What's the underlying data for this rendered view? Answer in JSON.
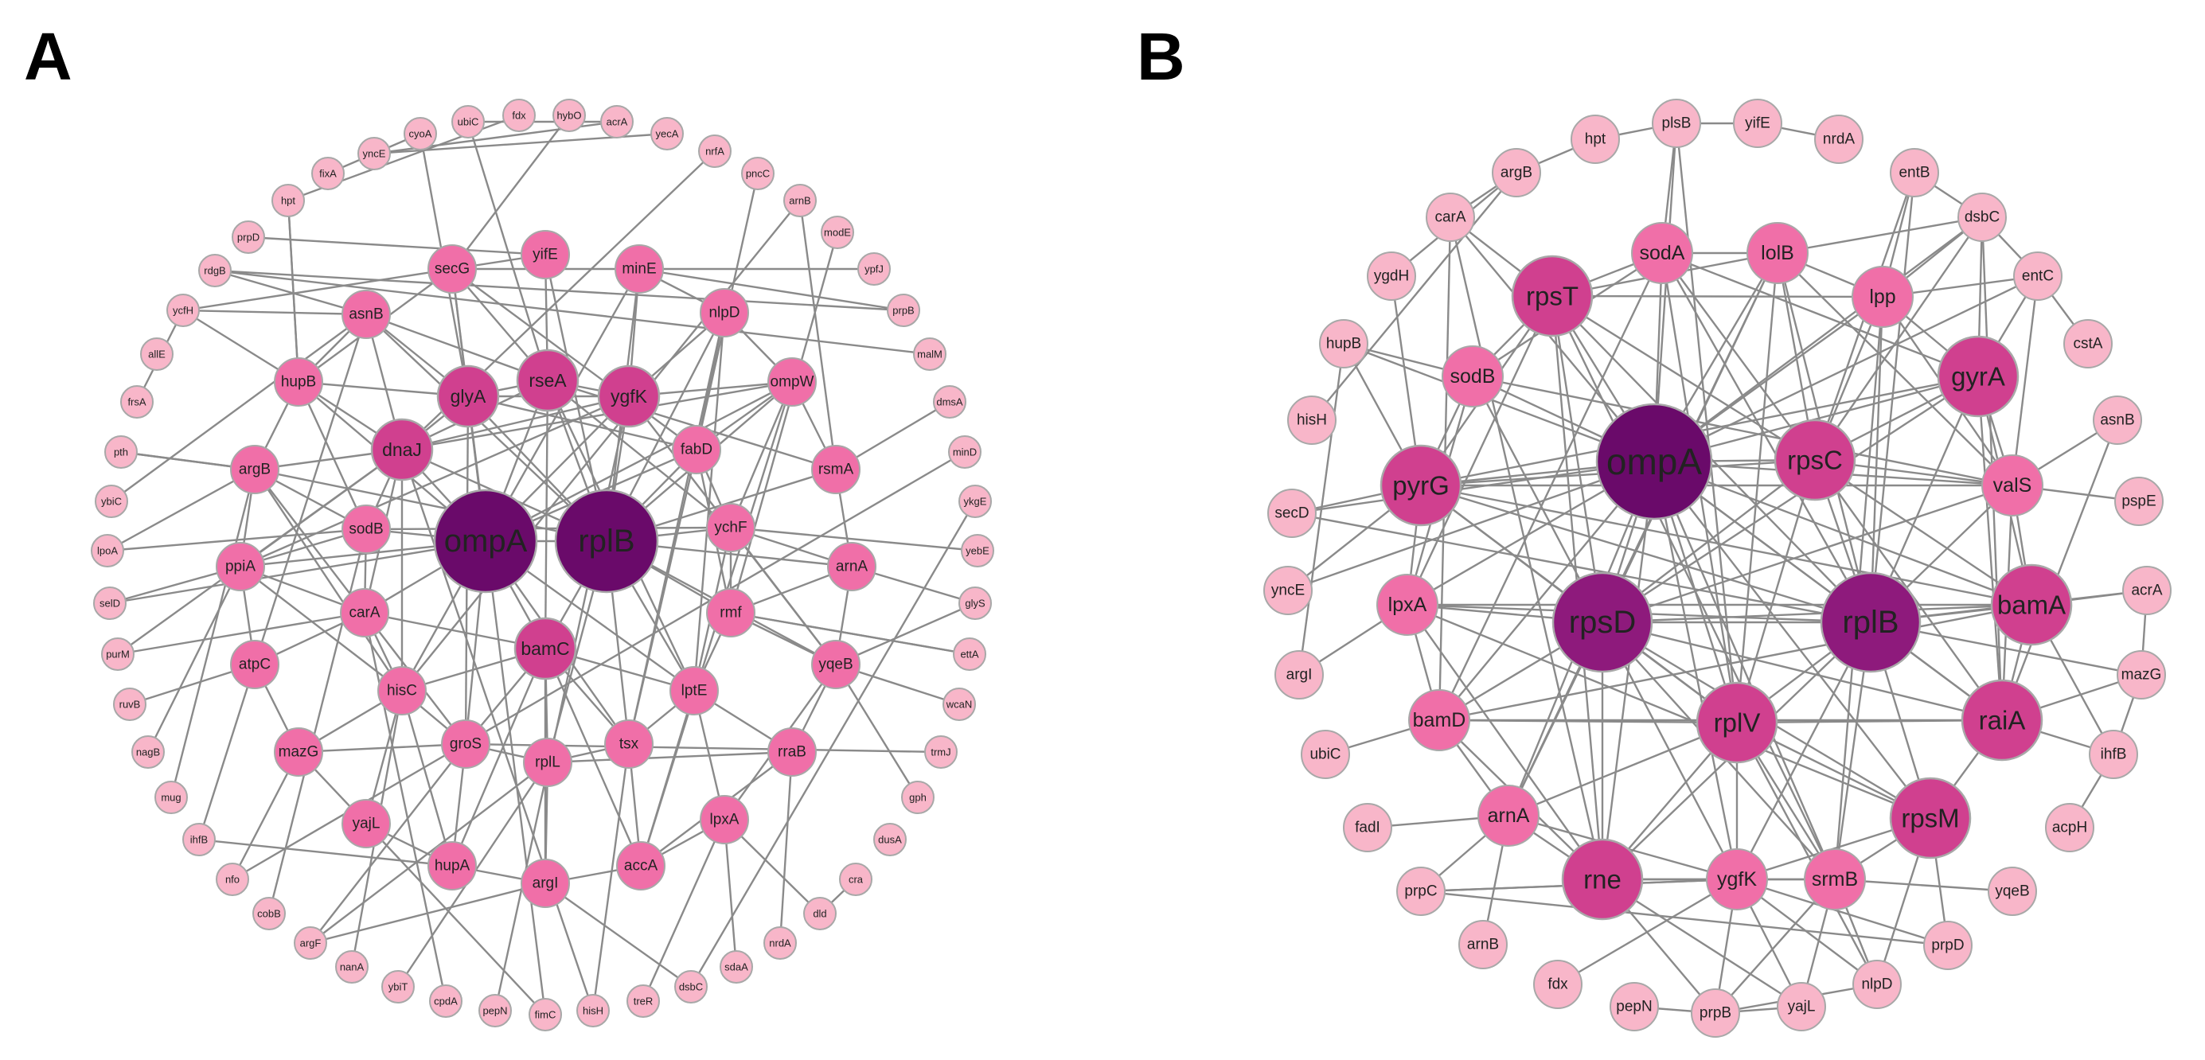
{
  "panels": [
    {
      "id": "A",
      "label": "A",
      "nodes": [
        {
          "n": "ompA",
          "w": 5
        },
        {
          "n": "rplB",
          "w": 5
        },
        {
          "n": "bamC",
          "w": 3
        },
        {
          "n": "dnaJ",
          "w": 3
        },
        {
          "n": "glyA",
          "w": 3
        },
        {
          "n": "rseA",
          "w": 3
        },
        {
          "n": "ygfK",
          "w": 3
        },
        {
          "n": "sodB",
          "w": 2
        },
        {
          "n": "ychF",
          "w": 2
        },
        {
          "n": "carA",
          "w": 2
        },
        {
          "n": "hisC",
          "w": 2
        },
        {
          "n": "groS",
          "w": 2
        },
        {
          "n": "rplL",
          "w": 2
        },
        {
          "n": "tsx",
          "w": 2
        },
        {
          "n": "lptE",
          "w": 2
        },
        {
          "n": "rmf",
          "w": 2
        },
        {
          "n": "fabD",
          "w": 2
        },
        {
          "n": "secG",
          "w": 2
        },
        {
          "n": "yifE",
          "w": 2
        },
        {
          "n": "minE",
          "w": 2
        },
        {
          "n": "nlpD",
          "w": 2
        },
        {
          "n": "ompW",
          "w": 2
        },
        {
          "n": "rsmA",
          "w": 2
        },
        {
          "n": "arnA",
          "w": 2
        },
        {
          "n": "yqeB",
          "w": 2
        },
        {
          "n": "rraB",
          "w": 2
        },
        {
          "n": "accA",
          "w": 2
        },
        {
          "n": "lpxA",
          "w": 2
        },
        {
          "n": "argI",
          "w": 2
        },
        {
          "n": "hupA",
          "w": 2
        },
        {
          "n": "yajL",
          "w": 2
        },
        {
          "n": "mazG",
          "w": 2
        },
        {
          "n": "atpC",
          "w": 2
        },
        {
          "n": "ppiA",
          "w": 2
        },
        {
          "n": "argB",
          "w": 2
        },
        {
          "n": "hupB",
          "w": 2
        },
        {
          "n": "asnB",
          "w": 2
        },
        {
          "n": "ycfH",
          "w": 1
        },
        {
          "n": "rdgB",
          "w": 1
        },
        {
          "n": "prpD",
          "w": 1
        },
        {
          "n": "hpt",
          "w": 1
        },
        {
          "n": "fixA",
          "w": 1
        },
        {
          "n": "yncE",
          "w": 1
        },
        {
          "n": "cyoA",
          "w": 1
        },
        {
          "n": "ubiC",
          "w": 1
        },
        {
          "n": "fdx",
          "w": 1
        },
        {
          "n": "hybO",
          "w": 1
        },
        {
          "n": "acrA",
          "w": 1
        },
        {
          "n": "yecA",
          "w": 1
        },
        {
          "n": "nrfA",
          "w": 1
        },
        {
          "n": "pncC",
          "w": 1
        },
        {
          "n": "arnB",
          "w": 1
        },
        {
          "n": "modE",
          "w": 1
        },
        {
          "n": "ypfJ",
          "w": 1
        },
        {
          "n": "prpB",
          "w": 1
        },
        {
          "n": "malM",
          "w": 1
        },
        {
          "n": "dmsA",
          "w": 1
        },
        {
          "n": "minD",
          "w": 1
        },
        {
          "n": "ykgE",
          "w": 1
        },
        {
          "n": "yebE",
          "w": 1
        },
        {
          "n": "glyS",
          "w": 1
        },
        {
          "n": "ettA",
          "w": 1
        },
        {
          "n": "wcaN",
          "w": 1
        },
        {
          "n": "trmJ",
          "w": 1
        },
        {
          "n": "gph",
          "w": 1
        },
        {
          "n": "dusA",
          "w": 1
        },
        {
          "n": "cra",
          "w": 1
        },
        {
          "n": "dld",
          "w": 1
        },
        {
          "n": "nrdA",
          "w": 1
        },
        {
          "n": "sdaA",
          "w": 1
        },
        {
          "n": "dsbC",
          "w": 1
        },
        {
          "n": "treR",
          "w": 1
        },
        {
          "n": "hisH",
          "w": 1
        },
        {
          "n": "fimC",
          "w": 1
        },
        {
          "n": "pepN",
          "w": 1
        },
        {
          "n": "cpdA",
          "w": 1
        },
        {
          "n": "ybiT",
          "w": 1
        },
        {
          "n": "nanA",
          "w": 1
        },
        {
          "n": "argF",
          "w": 1
        },
        {
          "n": "cobB",
          "w": 1
        },
        {
          "n": "nfo",
          "w": 1
        },
        {
          "n": "ihfB",
          "w": 1
        },
        {
          "n": "mug",
          "w": 1
        },
        {
          "n": "nagB",
          "w": 1
        },
        {
          "n": "ruvB",
          "w": 1
        },
        {
          "n": "purM",
          "w": 1
        },
        {
          "n": "selD",
          "w": 1
        },
        {
          "n": "lpoA",
          "w": 1
        },
        {
          "n": "ybiC",
          "w": 1
        },
        {
          "n": "pth",
          "w": 1
        },
        {
          "n": "frsA",
          "w": 1
        },
        {
          "n": "allE",
          "w": 1
        }
      ]
    },
    {
      "id": "B",
      "label": "B",
      "nodes": [
        {
          "n": "ompA",
          "w": 5
        },
        {
          "n": "rpsD",
          "w": 4
        },
        {
          "n": "rplB",
          "w": 4
        },
        {
          "n": "rplV",
          "w": 3
        },
        {
          "n": "rpsC",
          "w": 3
        },
        {
          "n": "rpsT",
          "w": 3
        },
        {
          "n": "gyrA",
          "w": 3
        },
        {
          "n": "pyrG",
          "w": 3
        },
        {
          "n": "bamA",
          "w": 3
        },
        {
          "n": "raiA",
          "w": 3
        },
        {
          "n": "rpsM",
          "w": 3
        },
        {
          "n": "rne",
          "w": 3
        },
        {
          "n": "sodA",
          "w": 2
        },
        {
          "n": "lolB",
          "w": 2
        },
        {
          "n": "lpp",
          "w": 2
        },
        {
          "n": "sodB",
          "w": 2
        },
        {
          "n": "valS",
          "w": 2
        },
        {
          "n": "lpxA",
          "w": 2
        },
        {
          "n": "bamD",
          "w": 2
        },
        {
          "n": "arnA",
          "w": 2
        },
        {
          "n": "ygfK",
          "w": 2
        },
        {
          "n": "srmB",
          "w": 2
        },
        {
          "n": "nlpD",
          "w": 1
        },
        {
          "n": "yajL",
          "w": 1
        },
        {
          "n": "prpB",
          "w": 1
        },
        {
          "n": "plsB",
          "w": 1
        },
        {
          "n": "yifE",
          "w": 1
        },
        {
          "n": "nrdA",
          "w": 1
        },
        {
          "n": "hpt",
          "w": 1
        },
        {
          "n": "argB",
          "w": 1
        },
        {
          "n": "carA",
          "w": 1
        },
        {
          "n": "ygdH",
          "w": 1
        },
        {
          "n": "hupB",
          "w": 1
        },
        {
          "n": "hisH",
          "w": 1
        },
        {
          "n": "secD",
          "w": 1
        },
        {
          "n": "yncE",
          "w": 1
        },
        {
          "n": "argI",
          "w": 1
        },
        {
          "n": "ubiC",
          "w": 1
        },
        {
          "n": "fadI",
          "w": 1
        },
        {
          "n": "prpC",
          "w": 1
        },
        {
          "n": "arnB",
          "w": 1
        },
        {
          "n": "fdx",
          "w": 1
        },
        {
          "n": "pepN",
          "w": 1
        },
        {
          "n": "prpD",
          "w": 1
        },
        {
          "n": "yqeB",
          "w": 1
        },
        {
          "n": "acpH",
          "w": 1
        },
        {
          "n": "ihfB",
          "w": 1
        },
        {
          "n": "mazG",
          "w": 1
        },
        {
          "n": "acrA",
          "w": 1
        },
        {
          "n": "pspE",
          "w": 1
        },
        {
          "n": "asnB",
          "w": 1
        },
        {
          "n": "cstA",
          "w": 1
        },
        {
          "n": "entC",
          "w": 1
        },
        {
          "n": "dsbC",
          "w": 1
        },
        {
          "n": "entB",
          "w": 1
        }
      ]
    }
  ],
  "colors": {
    "edge": "#8a8a8a",
    "node_stroke": "#a8a8a8",
    "label": "#222222",
    "node_scale": [
      "#fde4e6",
      "#f8b6c9",
      "#f06fa8",
      "#d0408f",
      "#8e1a7c",
      "#6a0a6a"
    ]
  }
}
